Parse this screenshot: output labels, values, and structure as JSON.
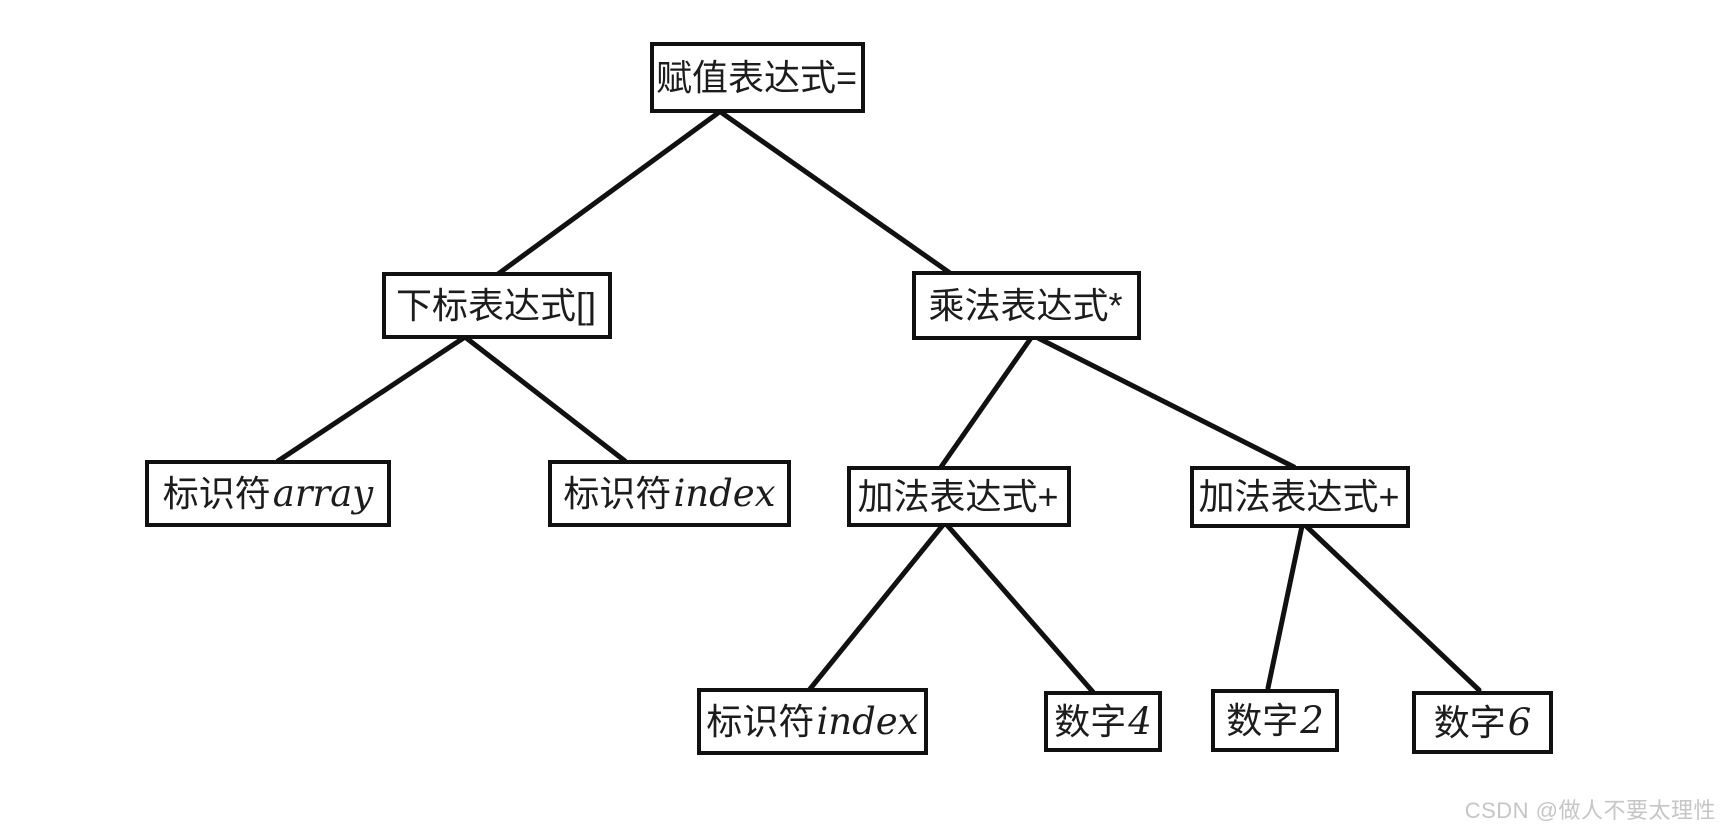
{
  "diagram": {
    "type": "parse-tree",
    "nodes": [
      {
        "id": "assign-expr",
        "text": "赋值表达式=",
        "hand": ""
      },
      {
        "id": "subscript-expr",
        "text": "下标表达式[]",
        "hand": ""
      },
      {
        "id": "mult-expr",
        "text": "乘法表达式*",
        "hand": ""
      },
      {
        "id": "identifier-array",
        "text": "标识符",
        "hand": "array"
      },
      {
        "id": "identifier-index",
        "text": "标识符",
        "hand": "index"
      },
      {
        "id": "add-expr-left",
        "text": "加法表达式+",
        "hand": ""
      },
      {
        "id": "add-expr-right",
        "text": "加法表达式+",
        "hand": ""
      },
      {
        "id": "identifier-index-2",
        "text": "标识符",
        "hand": "index"
      },
      {
        "id": "number-4",
        "text": "数字",
        "hand": "4"
      },
      {
        "id": "number-2",
        "text": "数字",
        "hand": "2"
      },
      {
        "id": "number-6",
        "text": "数字",
        "hand": "6"
      }
    ],
    "edges": [
      {
        "from": "assign-expr",
        "to": "subscript-expr"
      },
      {
        "from": "assign-expr",
        "to": "mult-expr"
      },
      {
        "from": "subscript-expr",
        "to": "identifier-array"
      },
      {
        "from": "subscript-expr",
        "to": "identifier-index"
      },
      {
        "from": "mult-expr",
        "to": "add-expr-left"
      },
      {
        "from": "mult-expr",
        "to": "add-expr-right"
      },
      {
        "from": "add-expr-left",
        "to": "identifier-index-2"
      },
      {
        "from": "add-expr-left",
        "to": "number-4"
      },
      {
        "from": "add-expr-right",
        "to": "number-2"
      },
      {
        "from": "add-expr-right",
        "to": "number-6"
      }
    ],
    "colors": {
      "stroke": "#111111",
      "background": "#ffffff",
      "watermark_text": "#c6c6c6"
    },
    "watermark": {
      "text": "CSDN @做人不要太理性"
    }
  }
}
